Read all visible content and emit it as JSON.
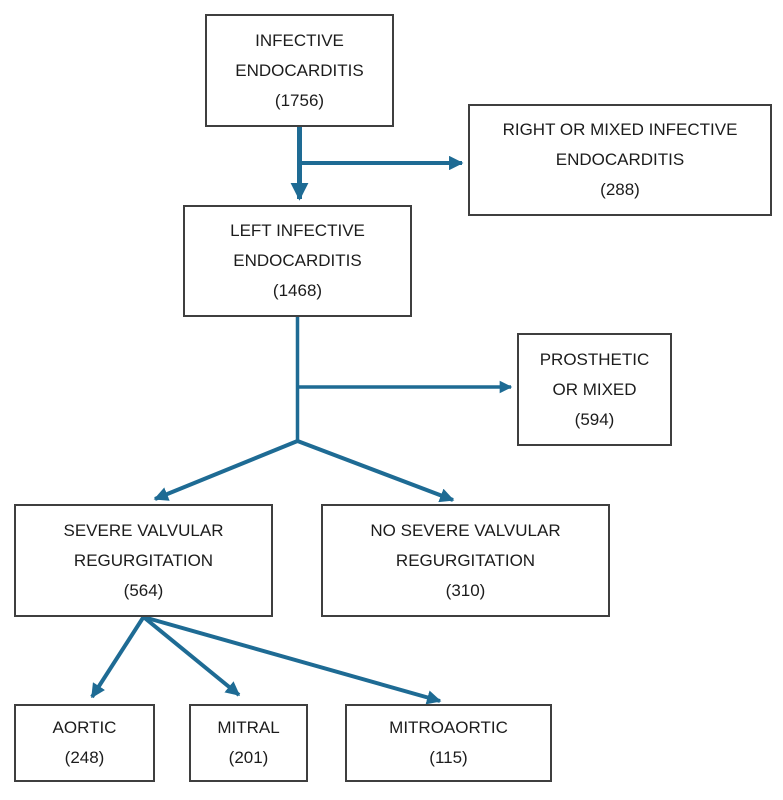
{
  "colors": {
    "arrow": "#1e6b94",
    "border": "#3f3f3f",
    "text": "#1c1c1c",
    "bg": "#ffffff"
  },
  "nodes": {
    "infective": {
      "label": "INFECTIVE\nENDOCARDITIS",
      "count": "(1756)"
    },
    "right_mixed": {
      "label": "RIGHT OR MIXED INFECTIVE\nENDOCARDITIS",
      "count": "(288)"
    },
    "left_ie": {
      "label": "LEFT INFECTIVE\nENDOCARDITIS",
      "count": "(1468)"
    },
    "prosthetic": {
      "label": "PROSTHETIC\nOR MIXED",
      "count": "(594)"
    },
    "severe": {
      "label": "SEVERE VALVULAR\nREGURGITATION",
      "count": "(564)"
    },
    "no_severe": {
      "label": "NO SEVERE VALVULAR\nREGURGITATION",
      "count": "(310)"
    },
    "aortic": {
      "label": "AORTIC",
      "count": "(248)"
    },
    "mitral": {
      "label": "MITRAL",
      "count": "(201)"
    },
    "mitroaortic": {
      "label": "MITROAORTIC",
      "count": "(115)"
    }
  },
  "edges": [
    {
      "from": "infective",
      "to": "right_mixed"
    },
    {
      "from": "infective",
      "to": "left_ie"
    },
    {
      "from": "left_ie",
      "to": "prosthetic"
    },
    {
      "from": "left_ie",
      "to": "severe"
    },
    {
      "from": "left_ie",
      "to": "no_severe"
    },
    {
      "from": "severe",
      "to": "aortic"
    },
    {
      "from": "severe",
      "to": "mitral"
    },
    {
      "from": "severe",
      "to": "mitroaortic"
    }
  ]
}
